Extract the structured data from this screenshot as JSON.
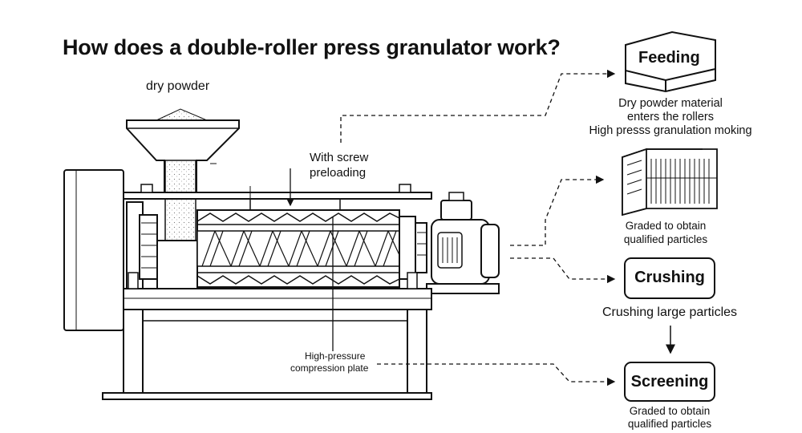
{
  "title": "How does a double-roller press granulator work?",
  "machine_labels": {
    "dry_powder": "dry powder",
    "screw_preloading_line1": "With screw",
    "screw_preloading_line2": "preloading",
    "compression_line1": "High-pressure",
    "compression_line2": "compression plate"
  },
  "steps": {
    "feeding": {
      "title": "Feeding",
      "caption": [
        "Dry powder material",
        "enters the rollers",
        "High presss granulation moking"
      ]
    },
    "grading": {
      "caption": [
        "Graded to obtain",
        "qualified particles"
      ]
    },
    "crushing": {
      "title": "Crushing",
      "caption": [
        "Crushing large particles"
      ]
    },
    "screening": {
      "title": "Screening",
      "caption": [
        "Graded to obtain",
        "qualified particles"
      ]
    }
  }
}
